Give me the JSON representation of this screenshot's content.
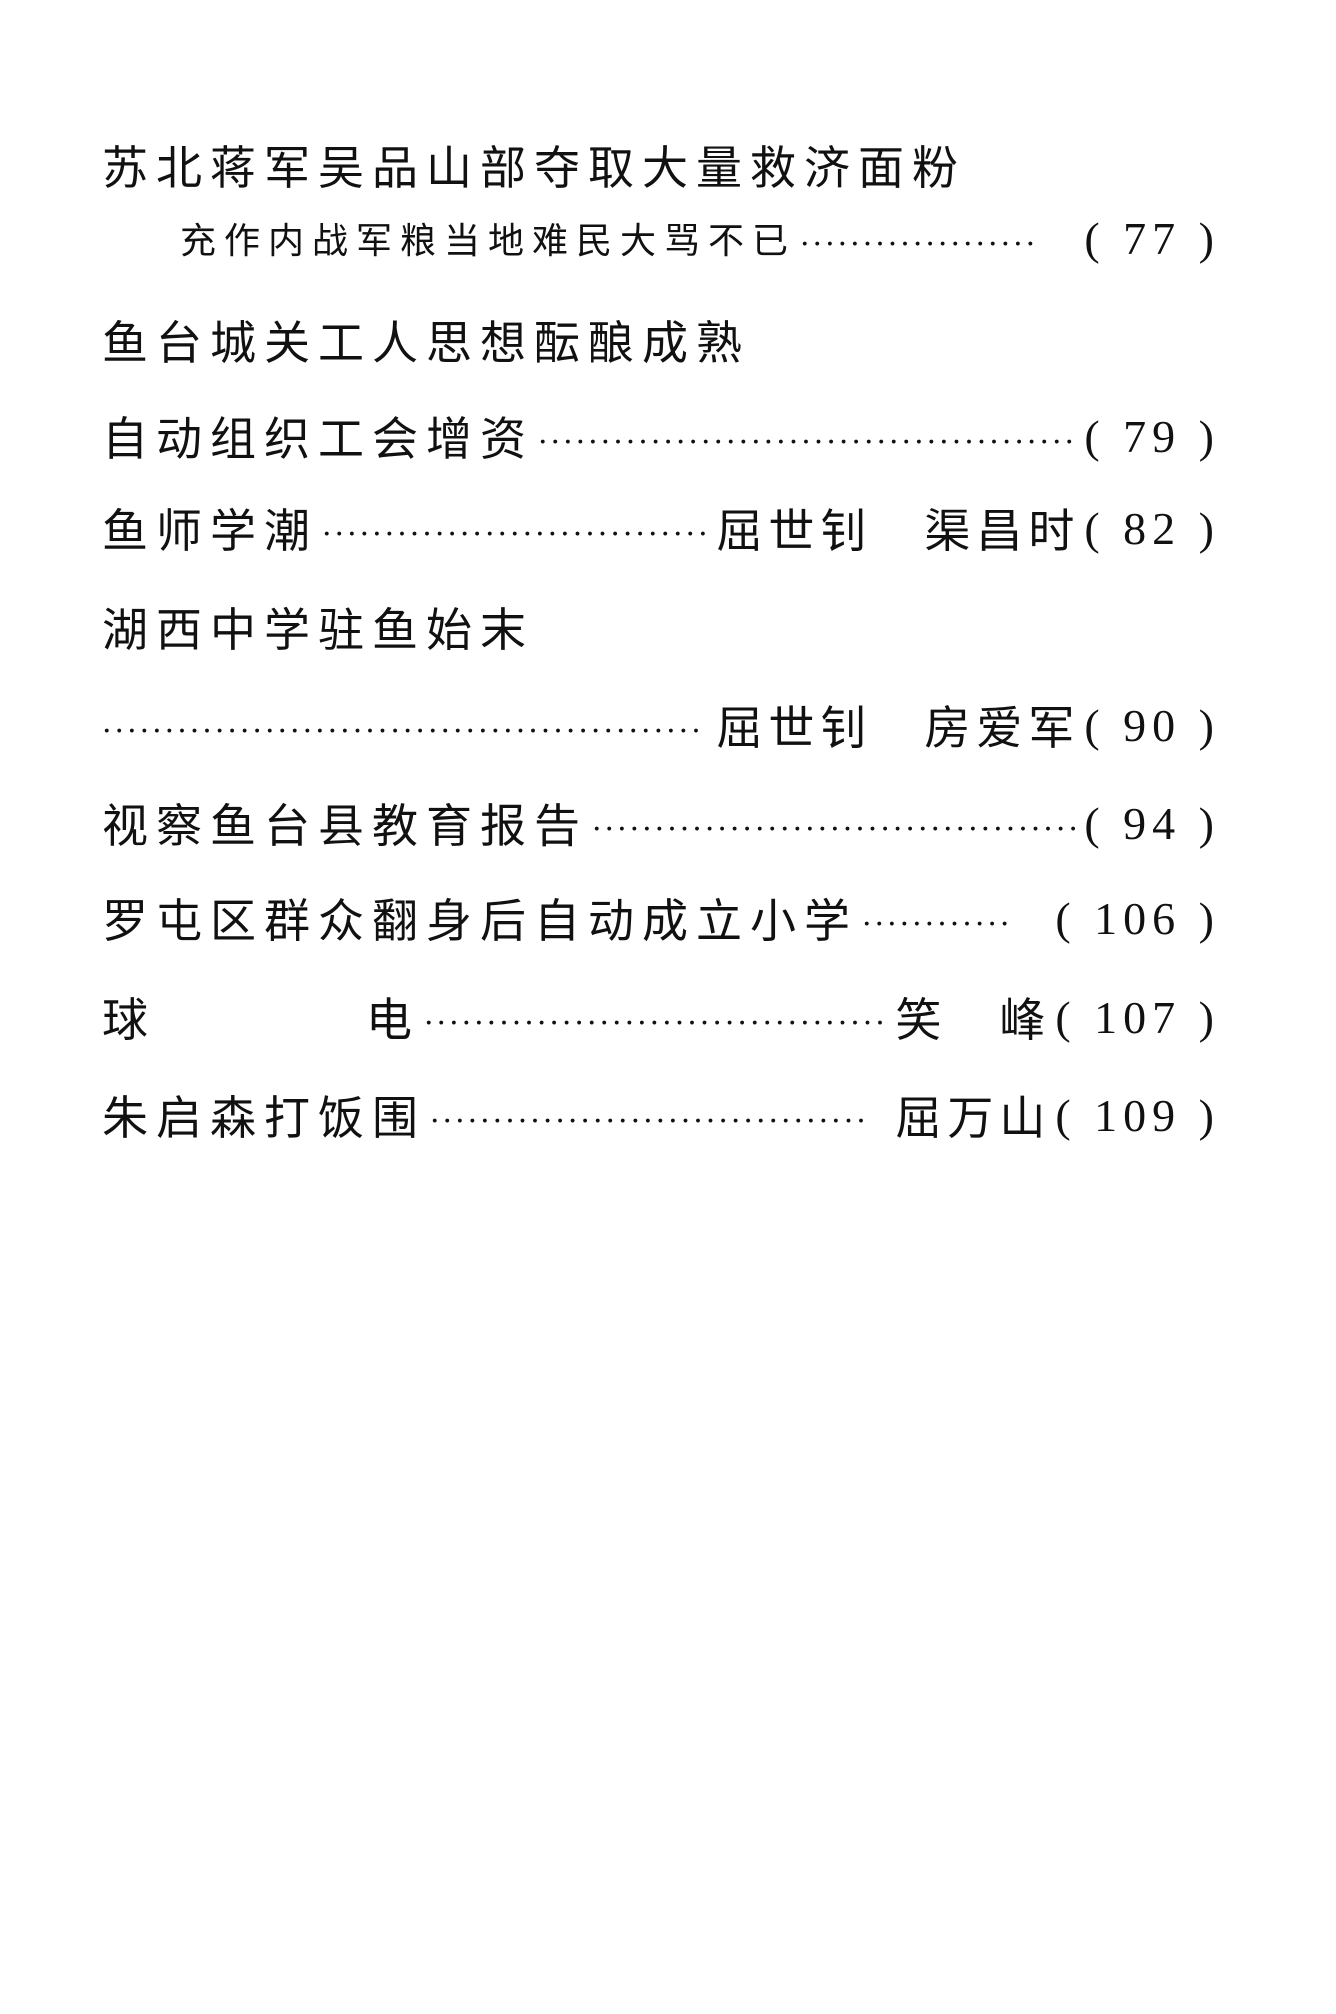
{
  "entries": [
    {
      "title": "苏北蒋军吴品山部夺取大量救济面粉",
      "subtitle": "充作内战军粮当地难民大骂不已",
      "author": "",
      "page": "( 77 )"
    },
    {
      "title": "鱼台城关工人思想酝酿成熟",
      "subtitle": "自动组织工会增资",
      "author": "",
      "page": "( 79 )"
    },
    {
      "title": "鱼师学潮",
      "author": "屈世钊　渠昌时",
      "page": "( 82 )"
    },
    {
      "title": "湖西中学驻鱼始末",
      "author": "屈世钊　房爱军",
      "page": "( 90 )"
    },
    {
      "title": "视察鱼台县教育报告",
      "author": "",
      "page": "( 94 )"
    },
    {
      "title": "罗屯区群众翻身后自动成立小学",
      "author": "",
      "page": "( 106 )"
    },
    {
      "title_a": "球",
      "title_b": "电",
      "author": "笑　峰",
      "page": "( 107 )"
    },
    {
      "title": "朱启森打饭围",
      "author": "屈万山",
      "page": "( 109 )"
    }
  ]
}
